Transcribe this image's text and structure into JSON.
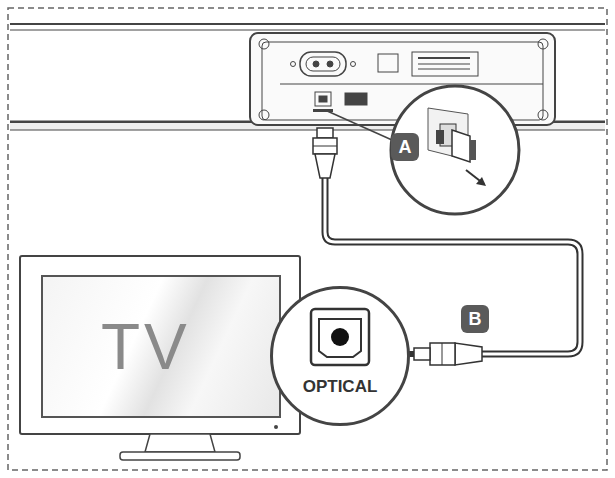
{
  "diagram": {
    "nodes": [
      {
        "text": [
          "A"
        ]
      },
      {
        "text": [
          "TV"
        ]
      },
      {
        "text": [
          "OPTICAL"
        ]
      },
      {
        "text": [
          "B"
        ]
      }
    ]
  }
}
